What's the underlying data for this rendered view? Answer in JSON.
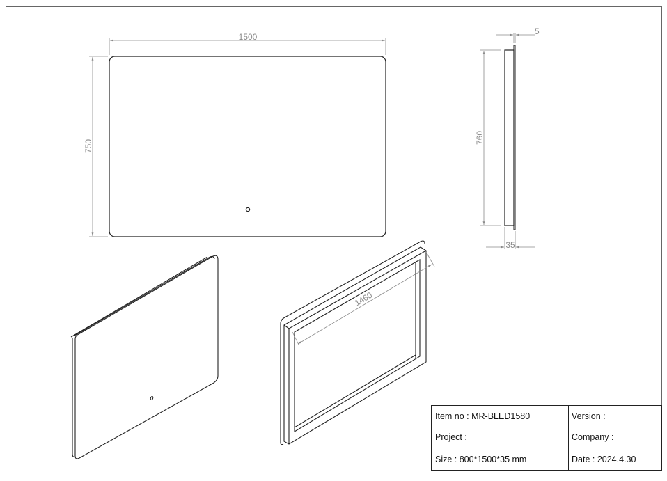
{
  "drawing": {
    "front_view": {
      "width_dim": "1500",
      "height_dim": "750",
      "feature": "touch-sensor-switch"
    },
    "side_view": {
      "height_dim": "760",
      "glass_thickness_dim": "5",
      "depth_dim": "35"
    },
    "back_isometric_view": {
      "inner_frame_dim": "1460"
    },
    "front_isometric_view": {
      "feature": "touch-sensor-switch"
    },
    "colors": {
      "outline": "#222222",
      "dimension": "#8a8a8a",
      "border": "#666666"
    }
  },
  "title_block": {
    "item_no": "Item no : MR-BLED1580",
    "version": "Version :",
    "project": "Project :",
    "company": "Company :",
    "size": "Size : 800*1500*35 mm",
    "date": "Date : 2024.4.30"
  }
}
